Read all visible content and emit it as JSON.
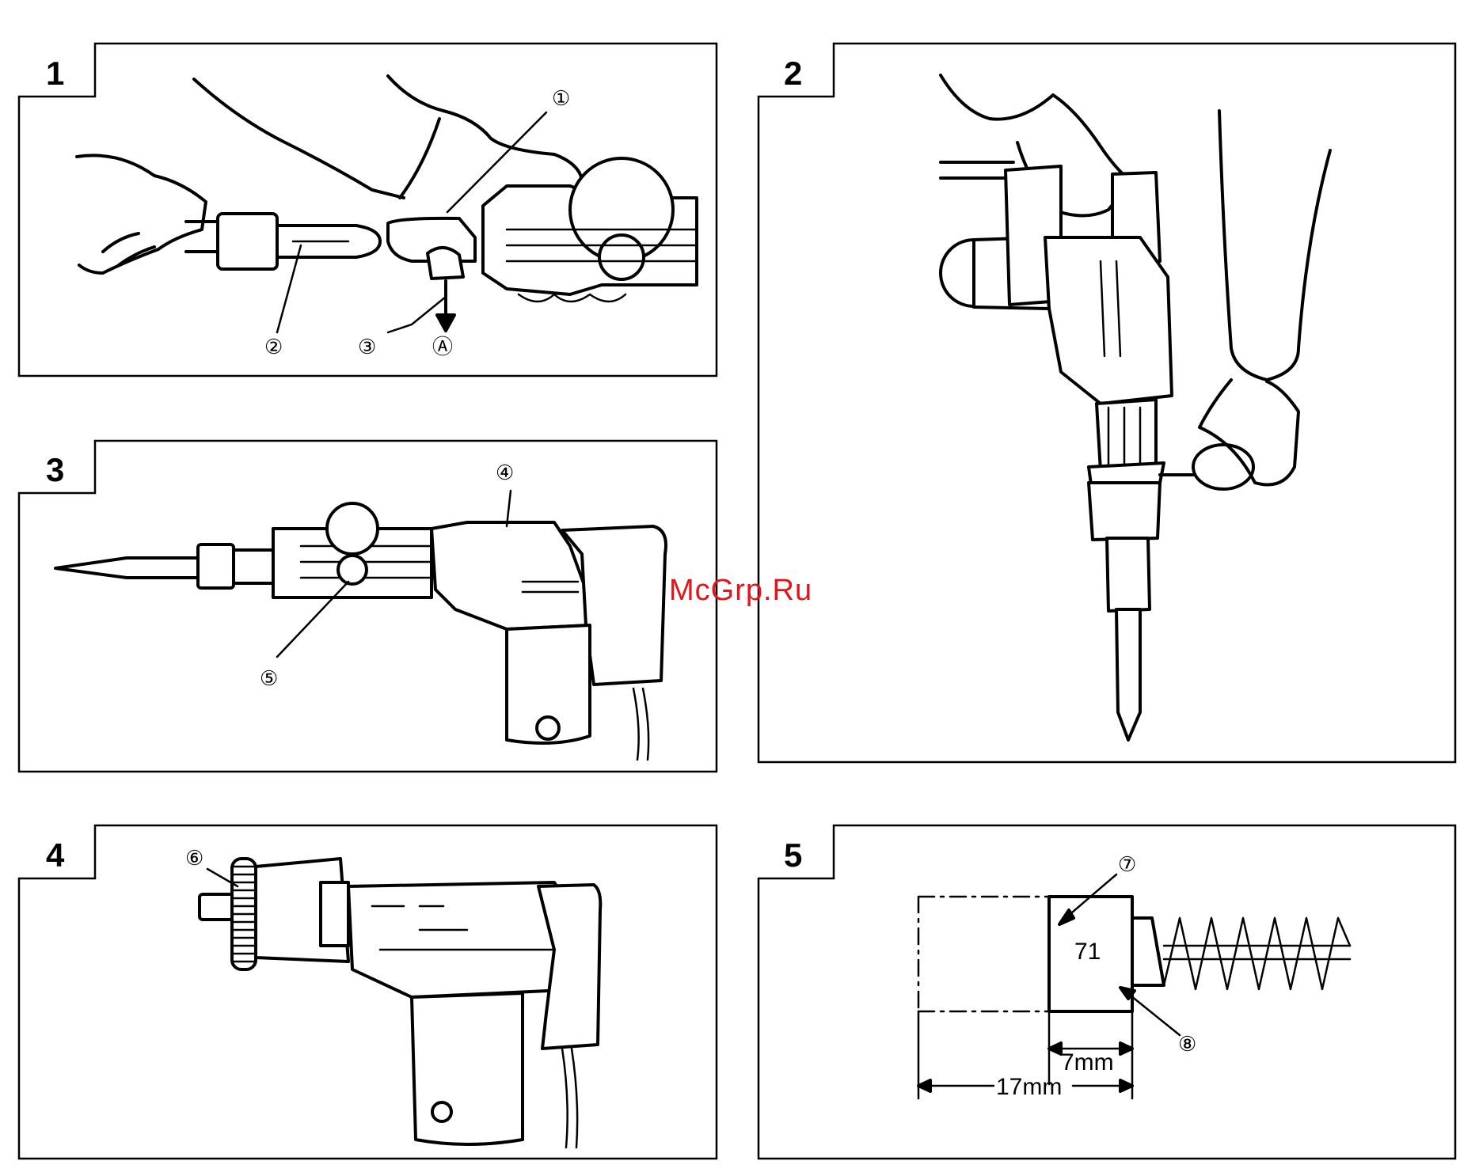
{
  "figures": [
    {
      "number": "1"
    },
    {
      "number": "2"
    },
    {
      "number": "3"
    },
    {
      "number": "4"
    },
    {
      "number": "5"
    }
  ],
  "callouts": {
    "c1": "①",
    "c2": "②",
    "c3": "③",
    "cA": "Ⓐ",
    "c4": "④",
    "c5": "⑤",
    "c6": "⑥",
    "c7": "⑦",
    "c8": "⑧"
  },
  "brush": {
    "carbon_number": "71",
    "dim_inner": "7mm",
    "dim_outer": "17mm"
  },
  "watermark": "McGrp.Ru"
}
